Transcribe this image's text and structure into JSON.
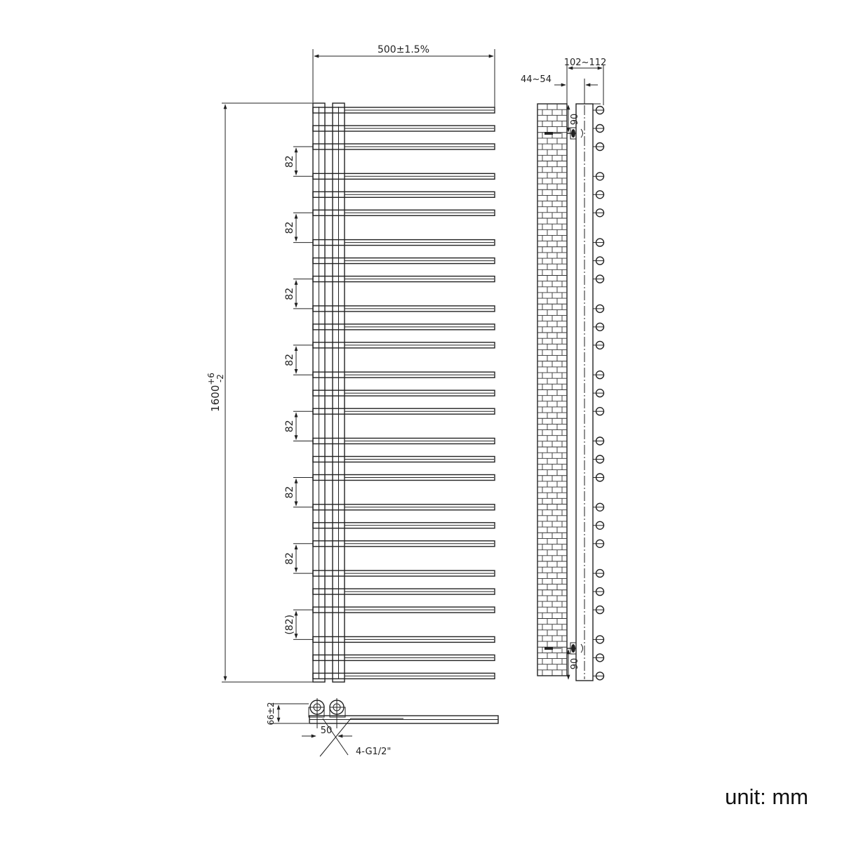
{
  "dimensions": {
    "overall_width": "500±1.5%",
    "overall_height_base": "1600",
    "overall_height_plus": "+6",
    "overall_height_minus": "-2",
    "bar_spacing": [
      "82",
      "82",
      "82",
      "82",
      "82",
      "82",
      "82",
      "(82)"
    ],
    "wall_depth_range": "102~112",
    "wall_gap_range": "44~54",
    "bracket_top_offset": "90",
    "bracket_bottom_offset": "90",
    "pipe_centers": "50",
    "pipe_connections": "4-G1/2\"",
    "pipe_height": "66±2"
  },
  "radiator": {
    "rail_groups": 9,
    "rails_per_group": 3
  },
  "unit_label": "unit: mm"
}
